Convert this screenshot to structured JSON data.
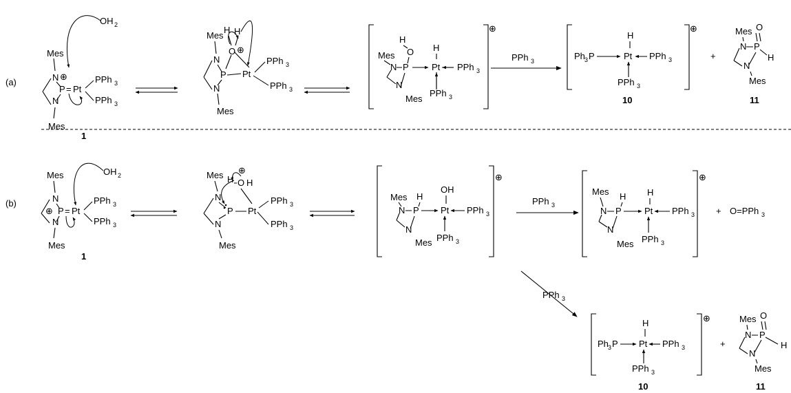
{
  "scheme": {
    "rows": [
      {
        "label": "(a)"
      },
      {
        "label": "(b)"
      }
    ],
    "atoms": {
      "mes": "Mes",
      "n": "N",
      "p": "P",
      "pt": "Pt",
      "o": "O",
      "h": "H",
      "oh": "OH",
      "oh2": "OH",
      "pph3": "PPh",
      "ph3p": "Ph",
      "opph3": "O=PPh",
      "plus": "+",
      "eq": "=",
      "oplus": "⊕"
    },
    "reagents": {
      "a_step3": "PPh",
      "b_step3": "PPh",
      "b_branch": "PPh"
    },
    "compounds": {
      "c1": "1",
      "c10": "10",
      "c11": "11"
    }
  }
}
